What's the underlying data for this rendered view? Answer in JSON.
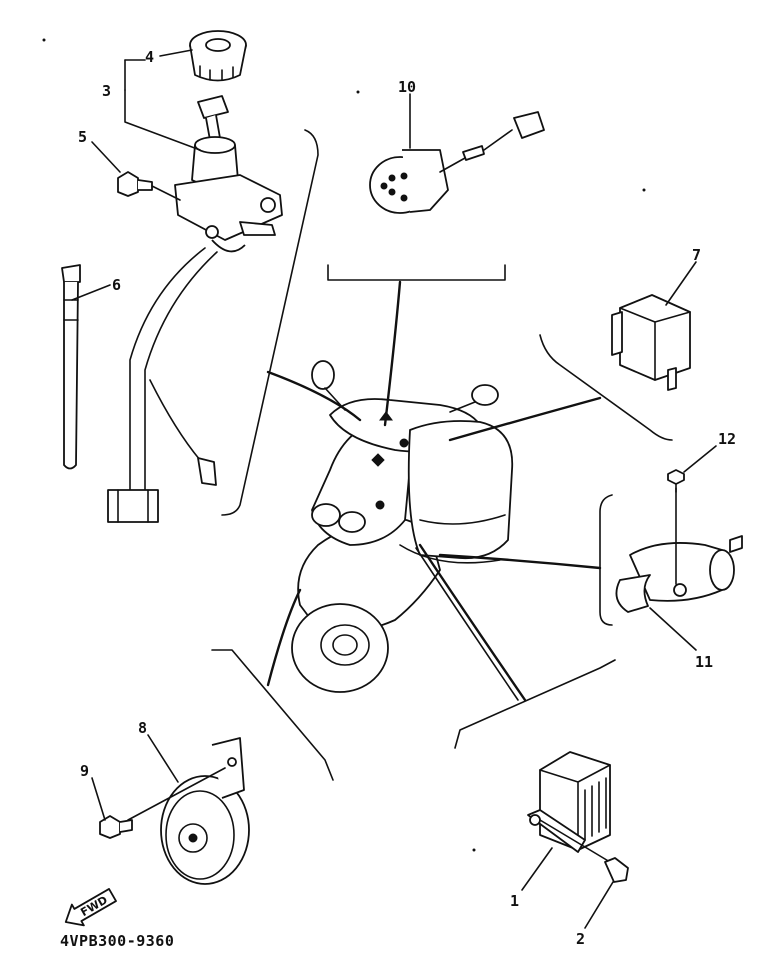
{
  "callouts": {
    "c1": "1",
    "c2": "2",
    "c3": "3",
    "c4": "4",
    "c5": "5",
    "c6": "6",
    "c7": "7",
    "c8": "8",
    "c9": "9",
    "c10": "10",
    "c11": "11",
    "c12": "12"
  },
  "direction_arrow_label": "FWD",
  "diagram_code": "4VPB300-9360"
}
